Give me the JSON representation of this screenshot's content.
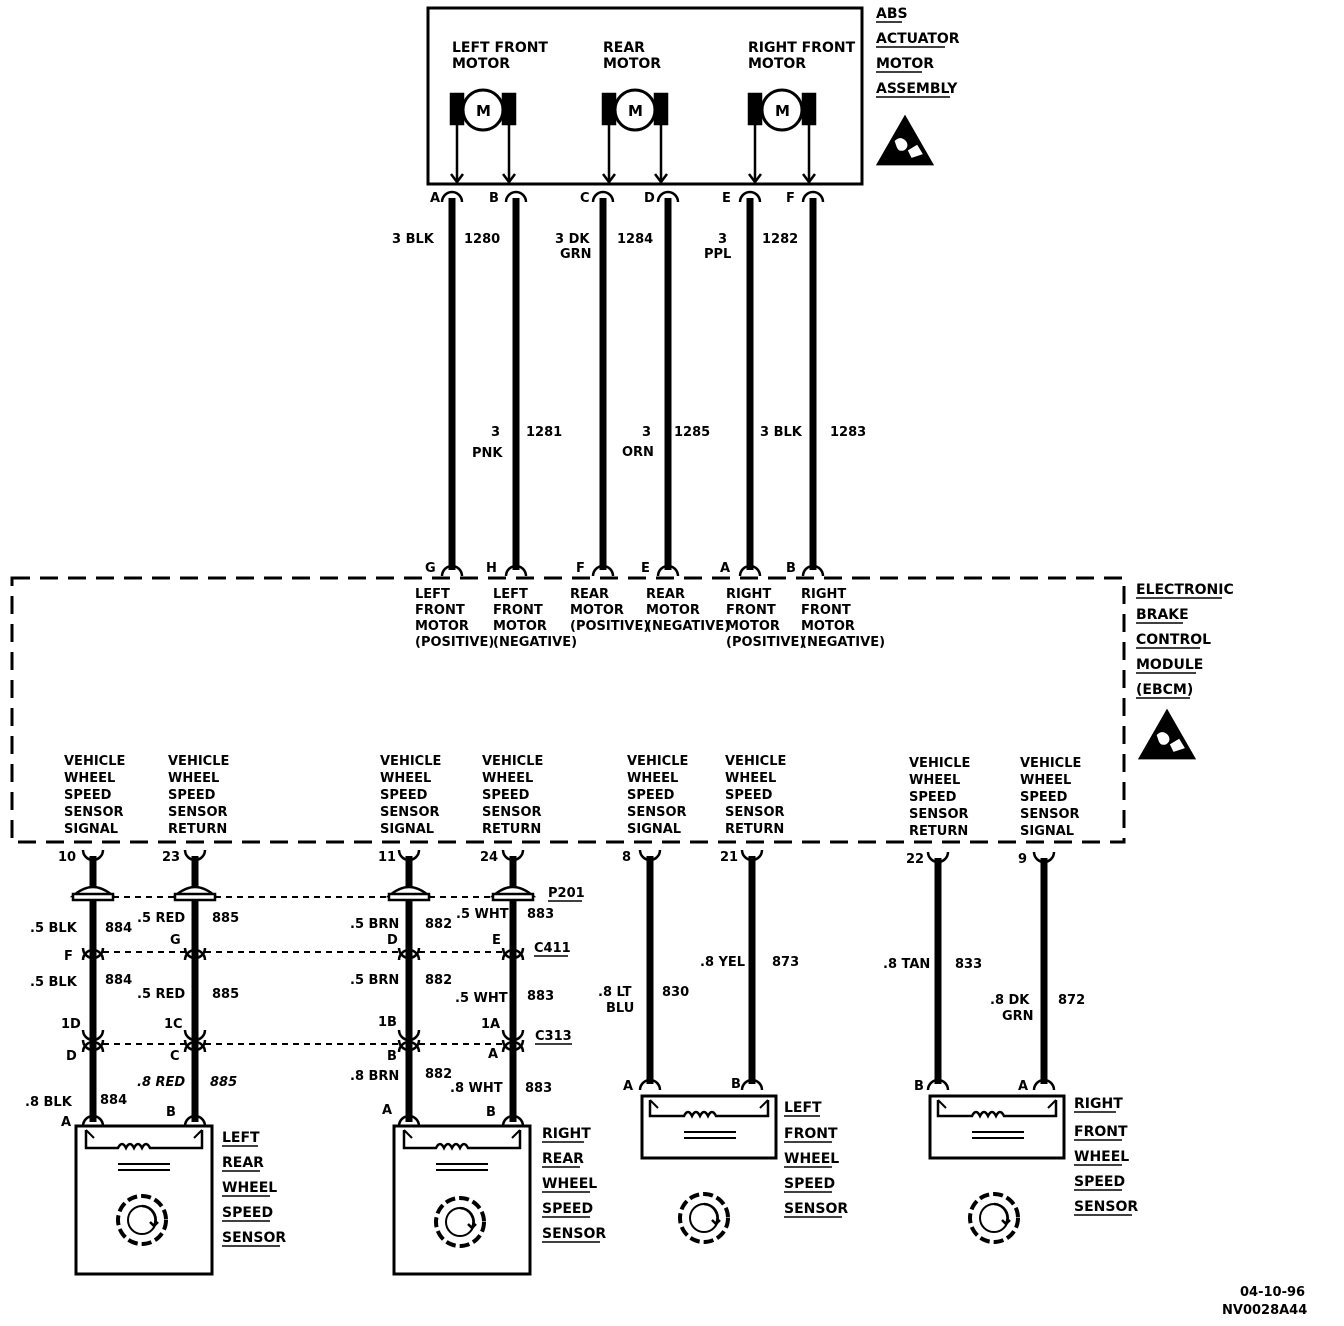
{
  "actuator": {
    "title": [
      "ABS",
      "ACTUATOR",
      "MOTOR",
      "ASSEMBLY"
    ],
    "motors": [
      {
        "label1": "LEFT FRONT",
        "label2": "MOTOR",
        "symbol": "M"
      },
      {
        "label1": "REAR",
        "label2": "MOTOR",
        "symbol": "M"
      },
      {
        "label1": "RIGHT FRONT",
        "label2": "MOTOR",
        "symbol": "M"
      }
    ],
    "pins": [
      "A",
      "B",
      "C",
      "D",
      "E",
      "F"
    ]
  },
  "motor_wires_upper": [
    {
      "gauge": "3 BLK",
      "circuit": "1280"
    },
    {
      "gauge": "3 DK",
      "gauge2": "GRN",
      "circuit": "1284"
    },
    {
      "gauge": "3",
      "gauge2": "PPL",
      "circuit": "1282"
    }
  ],
  "motor_wires_lower": [
    {
      "gauge": "3",
      "gauge2": "PNK",
      "circuit": "1281"
    },
    {
      "gauge": "3",
      "gauge2": "ORN",
      "circuit": "1285"
    },
    {
      "gauge": "3 BLK",
      "circuit": "1283"
    }
  ],
  "ebcm": {
    "title": [
      "ELECTRONIC",
      "BRAKE",
      "CONTROL",
      "MODULE",
      "(EBCM)"
    ],
    "motor_pins": [
      "G",
      "H",
      "F",
      "E",
      "A",
      "B"
    ],
    "motor_pin_labels": [
      [
        "LEFT",
        "FRONT",
        "MOTOR",
        "(POSITIVE)"
      ],
      [
        "LEFT",
        "FRONT",
        "MOTOR",
        "(NEGATIVE)"
      ],
      [
        "REAR",
        "MOTOR",
        "(POSITIVE)"
      ],
      [
        "REAR",
        "MOTOR",
        "(NEGATIVE)"
      ],
      [
        "RIGHT",
        "FRONT",
        "MOTOR",
        "(POSITIVE)"
      ],
      [
        "RIGHT",
        "FRONT",
        "MOTOR",
        "(NEGATIVE)"
      ]
    ],
    "sensor_pin_labels": [
      [
        "VEHICLE",
        "WHEEL",
        "SPEED",
        "SENSOR",
        "SIGNAL"
      ],
      [
        "VEHICLE",
        "WHEEL",
        "SPEED",
        "SENSOR",
        "RETURN"
      ],
      [
        "VEHICLE",
        "WHEEL",
        "SPEED",
        "SENSOR",
        "SIGNAL"
      ],
      [
        "VEHICLE",
        "WHEEL",
        "SPEED",
        "SENSOR",
        "RETURN"
      ],
      [
        "VEHICLE",
        "WHEEL",
        "SPEED",
        "SENSOR",
        "SIGNAL"
      ],
      [
        "VEHICLE",
        "WHEEL",
        "SPEED",
        "SENSOR",
        "RETURN"
      ],
      [
        "VEHICLE",
        "WHEEL",
        "SPEED",
        "SENSOR",
        "RETURN"
      ],
      [
        "VEHICLE",
        "WHEEL",
        "SPEED",
        "SENSOR",
        "SIGNAL"
      ]
    ],
    "sensor_pins": [
      "10",
      "23",
      "11",
      "24",
      "8",
      "21",
      "22",
      "9"
    ]
  },
  "connectors": {
    "p201": "P201",
    "c411": "C411",
    "c313": "C313"
  },
  "rear_wires": {
    "lr_sig": {
      "g1": ".5 BLK",
      "c1": "884",
      "pinC411": "F",
      "g2": ".5 BLK",
      "c2": "884",
      "pin1": "1D",
      "pinC313": "D",
      "g3": ".8 BLK",
      "c3": "884",
      "sensorPin": "A"
    },
    "lr_ret": {
      "g1": ".5 RED",
      "c1": "885",
      "pinC411": "G",
      "g2": ".5 RED",
      "c2": "885",
      "pin1": "1C",
      "pinC313": "C",
      "g3": ".8 RED",
      "c3": "885",
      "sensorPin": "B"
    },
    "rr_sig": {
      "g1": ".5 BRN",
      "c1": "882",
      "pinC411": "D",
      "g2": ".5 BRN",
      "c2": "882",
      "pin1": "1B",
      "pinC313": "B",
      "g3": ".8 BRN",
      "c3": "882",
      "sensorPin": "A"
    },
    "rr_ret": {
      "g1": ".5 WHT",
      "c1": "883",
      "pinC411": "E",
      "g2": ".5 WHT",
      "c2": "883",
      "pin1": "1A",
      "pinC313": "A",
      "g3": ".8 WHT",
      "c3": "883",
      "sensorPin": "B"
    }
  },
  "front_wires": {
    "lf_sig": {
      "g1": ".8 LT",
      "g2": "BLU",
      "circuit": "830",
      "sensorPin": "A"
    },
    "lf_ret": {
      "g1": ".8 YEL",
      "circuit": "873",
      "sensorPin": "B"
    },
    "rf_ret": {
      "g1": ".8 TAN",
      "circuit": "833",
      "sensorPin": "B"
    },
    "rf_sig": {
      "g1": ".8 DK",
      "g2": "GRN",
      "circuit": "872",
      "sensorPin": "A"
    }
  },
  "sensors": {
    "lr": [
      "LEFT",
      "REAR",
      "WHEEL",
      "SPEED",
      "SENSOR"
    ],
    "rr": [
      "RIGHT",
      "REAR",
      "WHEEL",
      "SPEED",
      "SENSOR"
    ],
    "lf": [
      "LEFT",
      "FRONT",
      "WHEEL",
      "SPEED",
      "SENSOR"
    ],
    "rf": [
      "RIGHT",
      "FRONT",
      "WHEEL",
      "SPEED",
      "SENSOR"
    ]
  },
  "footer": {
    "date": "04-10-96",
    "code": "NV0028A44"
  }
}
